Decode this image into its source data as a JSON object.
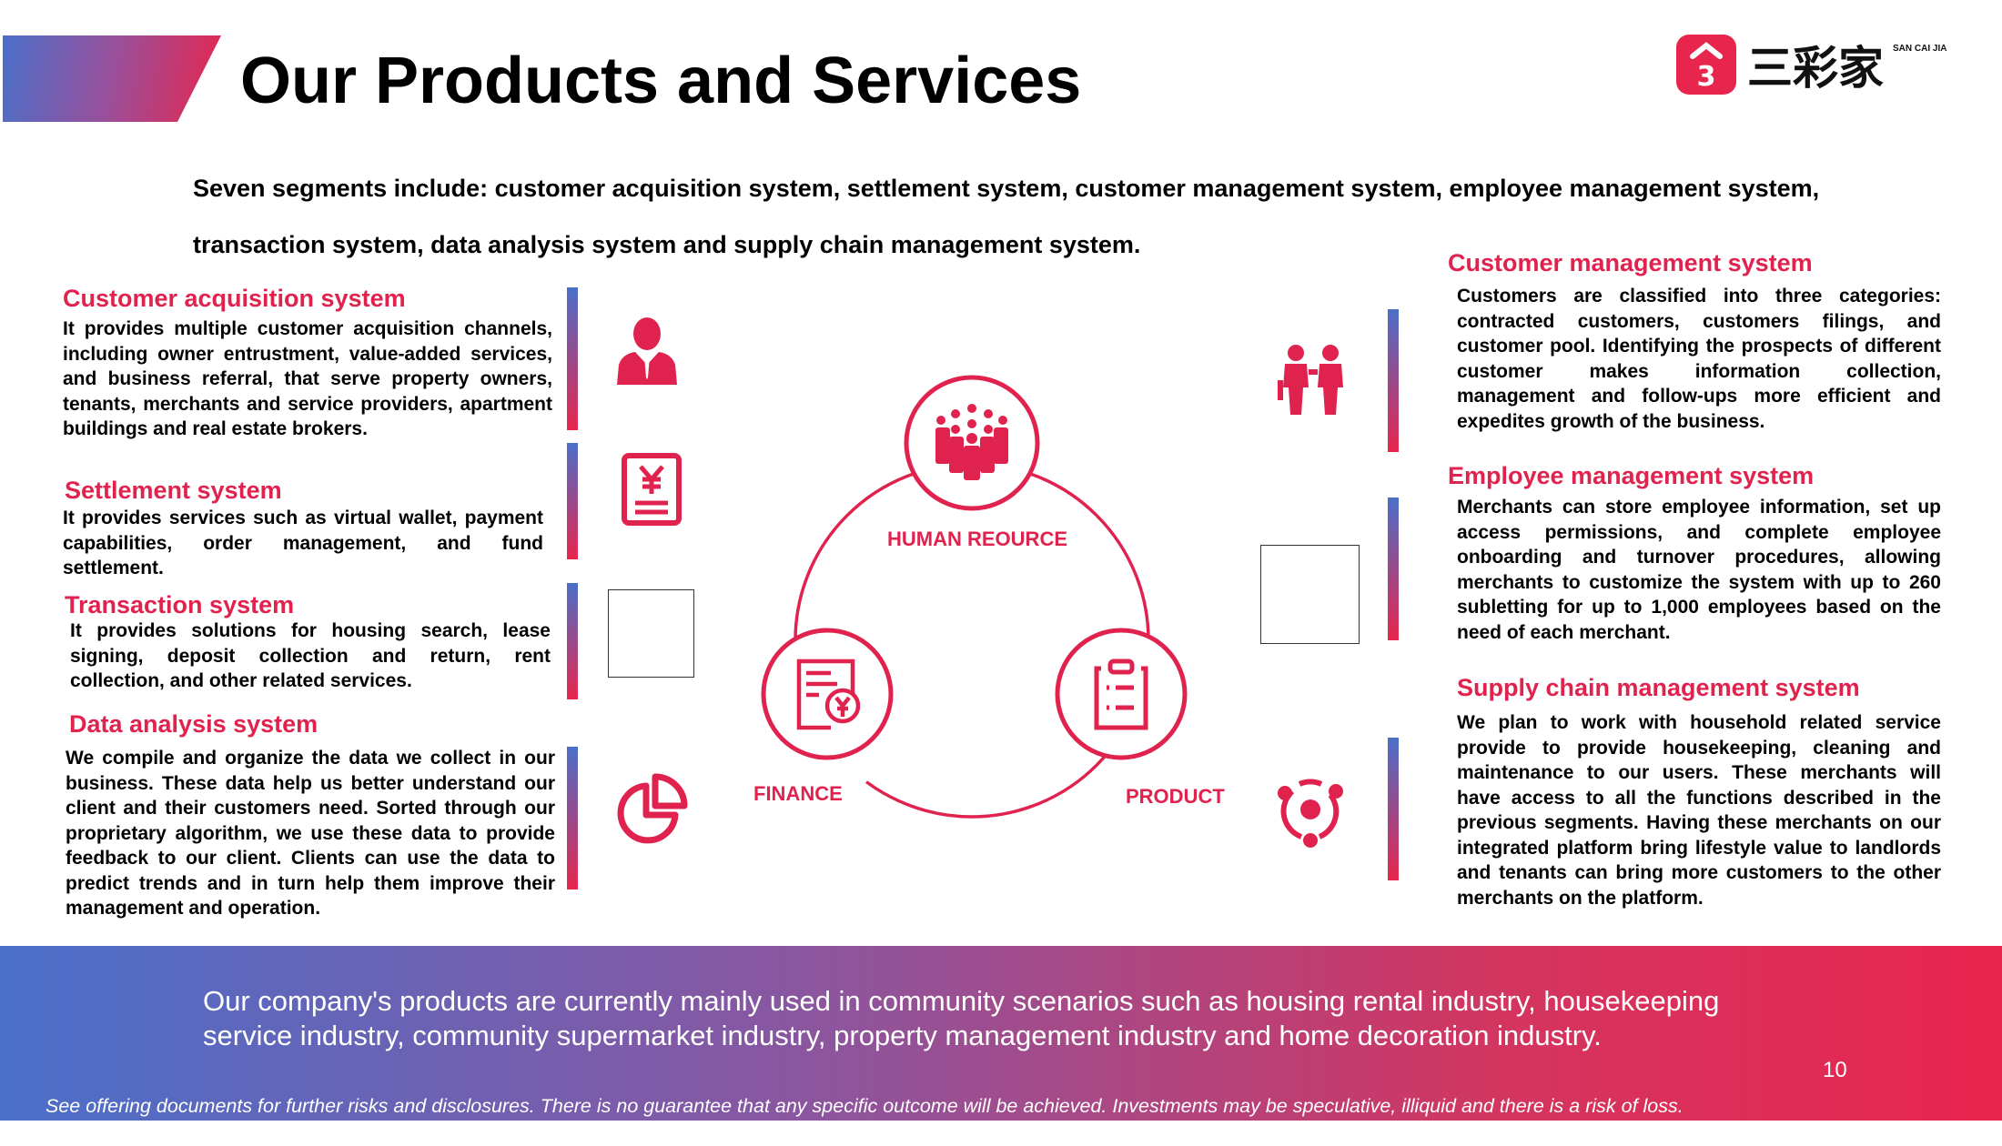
{
  "title": "Our Products and Services",
  "logo": {
    "chinese": "三彩家",
    "latin": "SAN CAI JIA",
    "badge": "3"
  },
  "intro": [
    "Seven segments include: customer acquisition system, settlement system, customer management system, employee management system,",
    "transaction system,  data analysis system and supply chain management system."
  ],
  "left": [
    {
      "heading": "Customer acquisition system",
      "body": "It provides multiple customer acquisition channels, including owner entrustment, value-added services, and business referral, that serve property owners, tenants, merchants and service providers, apartment buildings and real estate brokers."
    },
    {
      "heading": "Settlement system",
      "body": "It provides services such as virtual wallet, payment capabilities, order management, and fund settlement."
    },
    {
      "heading": "Transaction system",
      "body": "It provides solutions for housing search, lease signing, deposit collection and return, rent collection, and other related services."
    },
    {
      "heading": "Data analysis system",
      "body": "We compile and organize the data we collect in our business. These data help us better understand our client and their customers need. Sorted through our proprietary algorithm, we use these data to provide feedback to our client. Clients can use the data to predict trends and in turn help them improve their management and operation."
    }
  ],
  "right": [
    {
      "heading": "Customer management system",
      "body": "Customers are classified into three categories: contracted customers, customers filings, and customer pool. Identifying the prospects of different customer makes information collection, management and follow-ups more efficient and expedites growth of the business."
    },
    {
      "heading": "Employee management system",
      "body": "Merchants can store employee information, set up access permissions, and complete employee onboarding and turnover procedures, allowing merchants to customize the system with up to 260 subletting for up to 1,000 employees based on the need of each merchant."
    },
    {
      "heading": "Supply chain management system",
      "body": "We plan to work with household related service provide to provide housekeeping, cleaning and maintenance to our users. These merchants will have access to all the functions described in the previous segments. Having these merchants on our integrated platform bring lifestyle value to landlords and tenants can bring more customers to the other merchants on the platform."
    }
  ],
  "diagram": {
    "top": "HUMAN REOURCE",
    "left": "FINANCE",
    "right": "PRODUCT"
  },
  "footer": {
    "lines": [
      "Our company's products are currently mainly used in community scenarios such as housing rental industry, housekeeping",
      "service industry, community supermarket industry, property management industry and home decoration industry."
    ],
    "page": "10",
    "disclaimer": "See offering documents for further risks and disclosures. There is no guarantee that any specific outcome will be achieved. Investments may be speculative, illiquid and there is a risk of loss."
  },
  "colors": {
    "accent": "#e0234e",
    "blue": "#4a6fc9"
  }
}
